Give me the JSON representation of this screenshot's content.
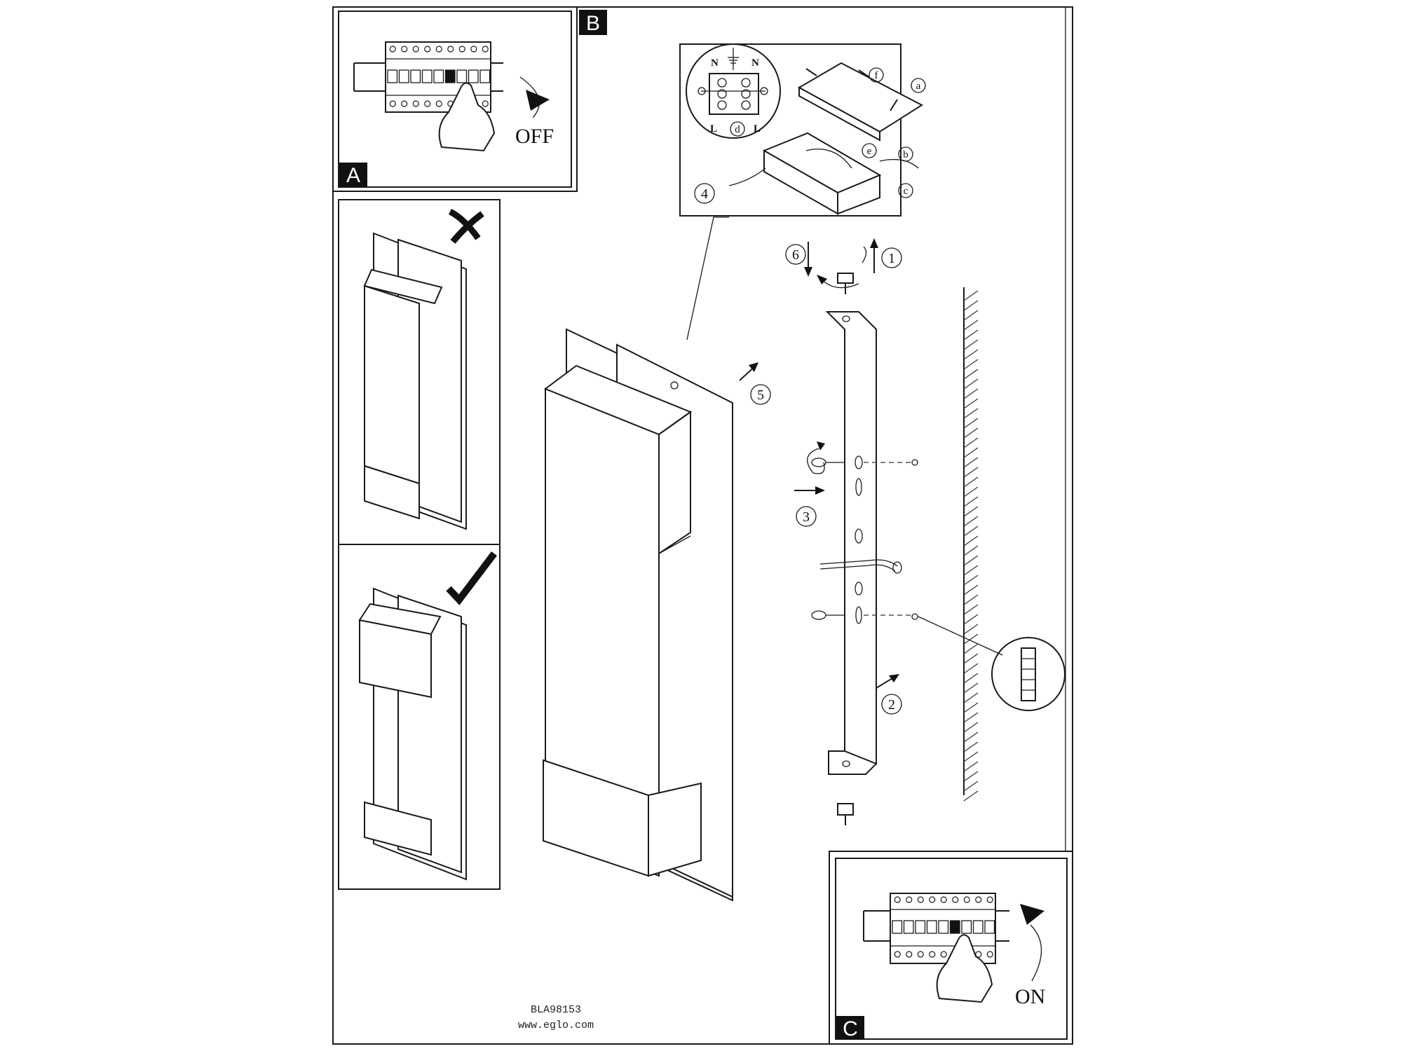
{
  "panels": {
    "a": {
      "letter": "A",
      "action": "OFF"
    },
    "b": {
      "letter": "B"
    },
    "c": {
      "letter": "C",
      "action": "ON"
    }
  },
  "wiring": {
    "terminal_top_left": "N",
    "terminal_top_right": "N",
    "terminal_bottom_left": "L",
    "terminal_bottom_right": "L",
    "label_d": "d",
    "labels": [
      "a",
      "b",
      "c",
      "e",
      "f"
    ]
  },
  "steps": [
    "1",
    "2",
    "3",
    "4",
    "5",
    "6"
  ],
  "orientation": {
    "wrong_icon": "cross-icon",
    "right_icon": "check-icon"
  },
  "footer": {
    "model": "BLA98153",
    "website": "www.eglo.com"
  }
}
